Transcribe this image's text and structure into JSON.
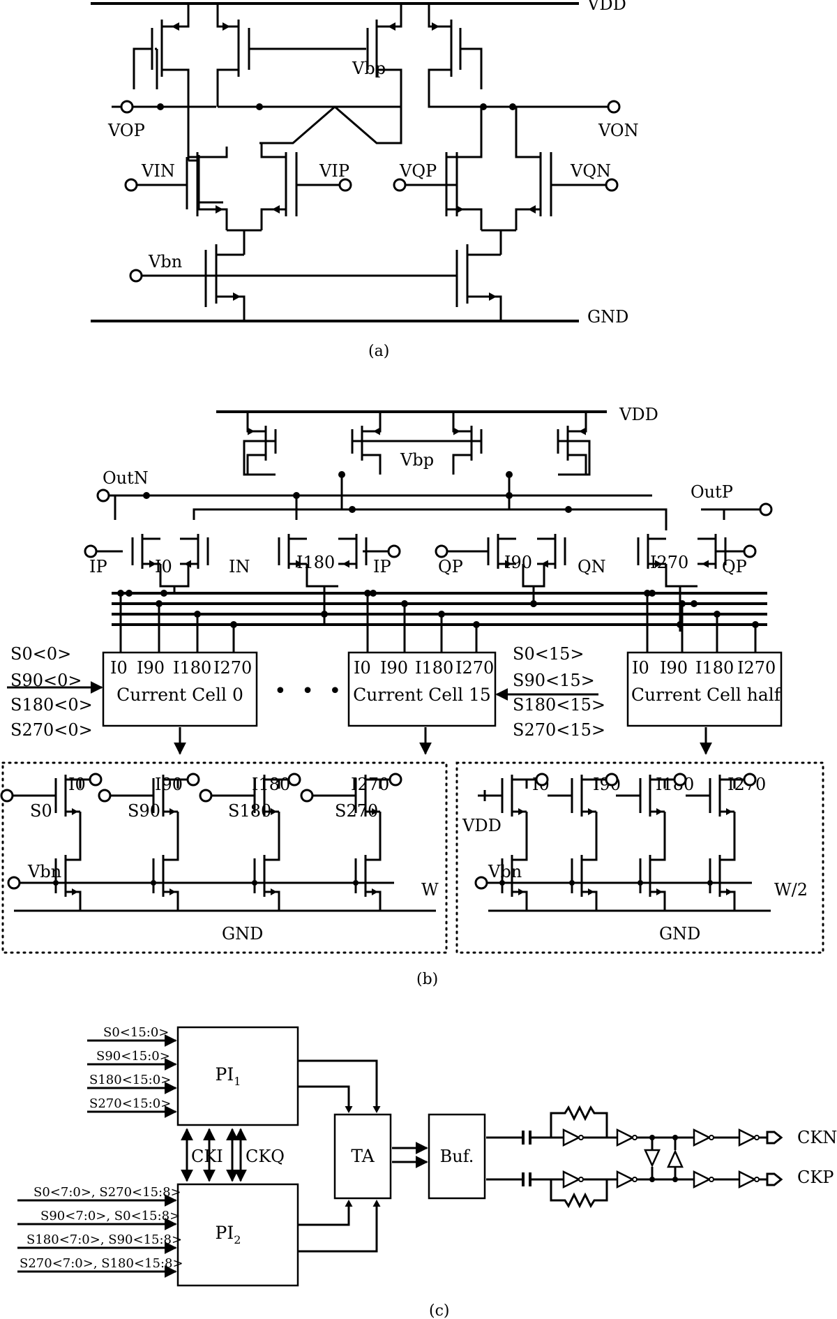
{
  "figure_a": {
    "caption": "(a)",
    "rail_top": "VDD",
    "rail_bottom": "GND",
    "bias_p": "Vbp",
    "bias_n": "Vbn",
    "out_left": "VOP",
    "out_right": "VON",
    "in_1": "VIN",
    "in_2": "VIP",
    "in_3": "VQP",
    "in_4": "VQN"
  },
  "figure_b": {
    "caption": "(b)",
    "rail_top": "VDD",
    "bias_p": "Vbp",
    "out_n": "OutN",
    "out_p": "OutP",
    "inputs": [
      "IP",
      "IN",
      "IP",
      "QP",
      "QN",
      "QP"
    ],
    "tails": [
      "I0",
      "I180",
      "I90",
      "I270"
    ],
    "cell_ports": [
      "I0",
      "I90",
      "I180",
      "I270"
    ],
    "cells": [
      "Current Cell 0",
      "Current Cell 15",
      "Current Cell half"
    ],
    "ellipsis": "• • •",
    "sel_left": [
      "S0<0>",
      "S90<0>",
      "S180<0>",
      "S270<0>"
    ],
    "sel_right": [
      "S0<15>",
      "S90<15>",
      "S180<15>",
      "S270<15>"
    ],
    "detail_left": {
      "outputs": [
        "I0",
        "I90",
        "I180",
        "I270"
      ],
      "switches": [
        "S0",
        "S90",
        "S180",
        "S270"
      ],
      "bias": "Vbn",
      "width": "W",
      "ground": "GND"
    },
    "detail_right": {
      "outputs": [
        "I0",
        "I90",
        "I180",
        "I270"
      ],
      "switch": "VDD",
      "bias": "Vbn",
      "width": "W/2",
      "ground": "GND"
    }
  },
  "figure_c": {
    "caption": "(c)",
    "pi1_inputs": [
      "S0<15:0>",
      "S90<15:0>",
      "S180<15:0>",
      "S270<15:0>"
    ],
    "pi2_inputs": [
      "S0<7:0>, S270<15:8>",
      "S90<7:0>, S0<15:8>",
      "S180<7:0>, S90<15:8>",
      "S270<7:0>, S180<15:8>"
    ],
    "pi1": {
      "base": "PI",
      "sub": "1"
    },
    "pi2": {
      "base": "PI",
      "sub": "2"
    },
    "cki": "CKI",
    "ckq": "CKQ",
    "ta": "TA",
    "buf": "Buf.",
    "out_top": "CKN",
    "out_bottom": "CKP"
  }
}
